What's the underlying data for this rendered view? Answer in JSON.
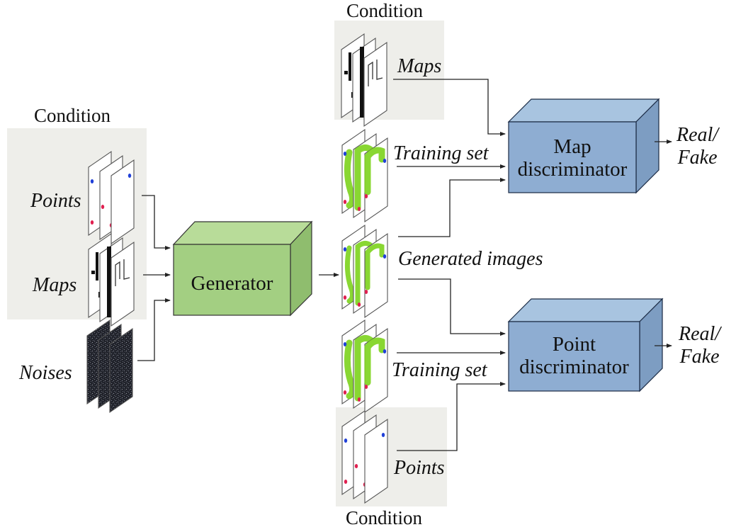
{
  "colors": {
    "condition_bg": "#eeeeea",
    "generator_front": "#a3cf82",
    "generator_top": "#b8dc99",
    "generator_side": "#8fbd6e",
    "discriminator_front": "#8eadd2",
    "discriminator_top": "#a8c4e0",
    "discriminator_side": "#7d9dc2",
    "trajectory_green": "#7cd31c",
    "point_red": "#e02050",
    "point_blue": "#2040d8",
    "line": "#222222"
  },
  "left_condition": {
    "title": "Condition",
    "points_label": "Points",
    "maps_label": "Maps"
  },
  "noises_label": "Noises",
  "generator": {
    "label": "Generator"
  },
  "top_condition": {
    "title": "Condition",
    "maps_label": "Maps"
  },
  "training_set_top": {
    "label": "Training set"
  },
  "generated": {
    "label": "Generated images"
  },
  "training_set_bottom": {
    "label": "Training set"
  },
  "bottom_condition": {
    "title": "Condition",
    "points_label": "Points"
  },
  "map_discriminator": {
    "line1": "Map",
    "line2": "discriminator",
    "output_line1": "Real/",
    "output_line2": "Fake"
  },
  "point_discriminator": {
    "line1": "Point",
    "line2": "discriminator",
    "output_line1": "Real/",
    "output_line2": "Fake"
  }
}
